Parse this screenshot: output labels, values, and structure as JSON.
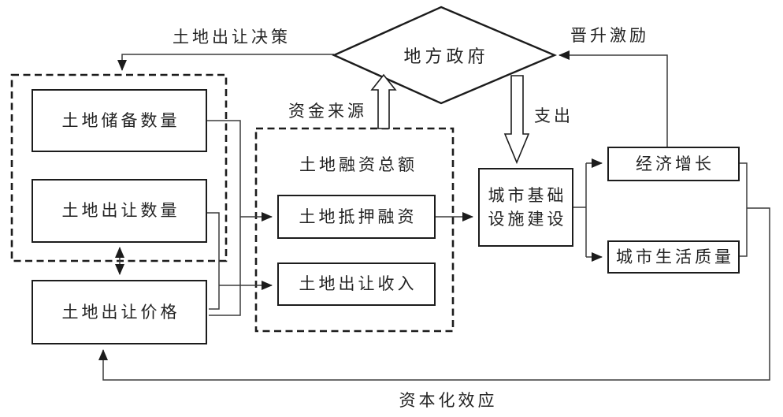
{
  "diagram": {
    "colors": {
      "background": "#ffffff",
      "connector": "#3c3c3c",
      "node_border": "#1c1c1c",
      "text": "#232323"
    },
    "nodes": {
      "local_government": {
        "label": "地方政府",
        "shape": "diamond"
      },
      "land_reserve_quantity": {
        "label": "土地储备数量"
      },
      "land_transfer_quantity": {
        "label": "土地出让数量"
      },
      "land_transfer_price": {
        "label": "土地出让价格"
      },
      "land_financing_group": {
        "title": "土地融资总额"
      },
      "land_mortgage_financing": {
        "label": "土地抵押融资"
      },
      "land_transfer_income": {
        "label": "土地出让收入"
      },
      "urban_infrastructure": {
        "lines": [
          "城市基础",
          "设施建设"
        ]
      },
      "economic_growth": {
        "label": "经济增长"
      },
      "urban_life_quality": {
        "label": "城市生活质量"
      }
    },
    "edge_labels": {
      "land_transfer_decision": "土地出让决策",
      "promotion_incentive": "晋升激励",
      "funding_source": "资金来源",
      "expenditure": "支出",
      "capitalization_effect": "资本化效应"
    }
  }
}
